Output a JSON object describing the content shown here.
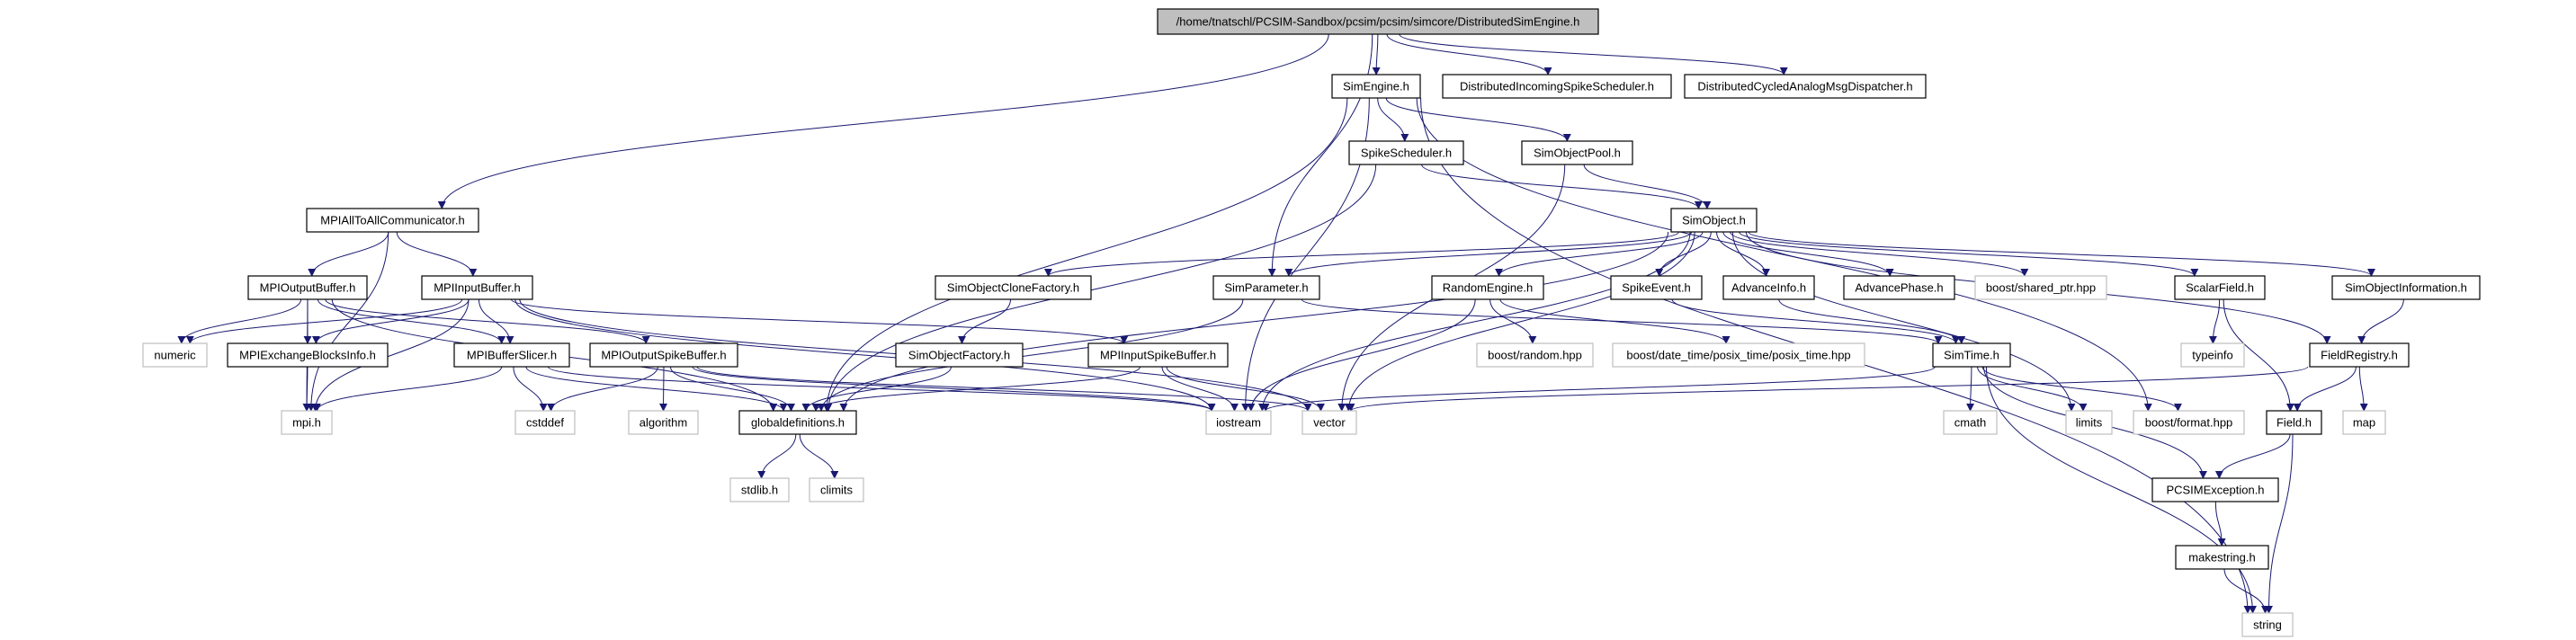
{
  "title": "Include dependency graph for DistributedSimEngine.h",
  "colors": {
    "edge": "#191970",
    "root_fill": "#bfbfbf",
    "node_border": "#000000",
    "external_border": "#bfbfbf",
    "node_fill": "#ffffff"
  },
  "nodes": [
    {
      "id": "root",
      "label": "/home/tnatschl/PCSIM-Sandbox/pcsim/pcsim/simcore/DistributedSimEngine.h",
      "kind": "root"
    },
    {
      "id": "SimEngine",
      "label": "SimEngine.h",
      "kind": "project"
    },
    {
      "id": "DistIncoming",
      "label": "DistributedIncomingSpikeScheduler.h",
      "kind": "project"
    },
    {
      "id": "DistCycled",
      "label": "DistributedCycledAnalogMsgDispatcher.h",
      "kind": "project"
    },
    {
      "id": "SpikeScheduler",
      "label": "SpikeScheduler.h",
      "kind": "project"
    },
    {
      "id": "SimObjectPool",
      "label": "SimObjectPool.h",
      "kind": "project"
    },
    {
      "id": "MPIAllToAll",
      "label": "MPIAllToAllCommunicator.h",
      "kind": "project"
    },
    {
      "id": "SimObject",
      "label": "SimObject.h",
      "kind": "project"
    },
    {
      "id": "MPIOutputBuffer",
      "label": "MPIOutputBuffer.h",
      "kind": "project"
    },
    {
      "id": "MPIInputBuffer",
      "label": "MPIInputBuffer.h",
      "kind": "project"
    },
    {
      "id": "SimObjectCloneFactory",
      "label": "SimObjectCloneFactory.h",
      "kind": "project"
    },
    {
      "id": "SimParameter",
      "label": "SimParameter.h",
      "kind": "project"
    },
    {
      "id": "RandomEngine",
      "label": "RandomEngine.h",
      "kind": "project"
    },
    {
      "id": "SpikeEvent",
      "label": "SpikeEvent.h",
      "kind": "project"
    },
    {
      "id": "AdvanceInfo",
      "label": "AdvanceInfo.h",
      "kind": "project"
    },
    {
      "id": "AdvancePhase",
      "label": "AdvancePhase.h",
      "kind": "project"
    },
    {
      "id": "shared_ptr",
      "label": "boost/shared_ptr.hpp",
      "kind": "external"
    },
    {
      "id": "ScalarField",
      "label": "ScalarField.h",
      "kind": "project"
    },
    {
      "id": "SimObjectInformation",
      "label": "SimObjectInformation.h",
      "kind": "project"
    },
    {
      "id": "numeric",
      "label": "numeric",
      "kind": "external"
    },
    {
      "id": "MPIExchange",
      "label": "MPIExchangeBlocksInfo.h",
      "kind": "project"
    },
    {
      "id": "MPIBufferSlicer",
      "label": "MPIBufferSlicer.h",
      "kind": "project"
    },
    {
      "id": "MPIOutputSpikeBuffer",
      "label": "MPIOutputSpikeBuffer.h",
      "kind": "project"
    },
    {
      "id": "SimObjectFactory",
      "label": "SimObjectFactory.h",
      "kind": "project"
    },
    {
      "id": "MPIInputSpikeBuffer",
      "label": "MPIInputSpikeBuffer.h",
      "kind": "project"
    },
    {
      "id": "boost_random",
      "label": "boost/random.hpp",
      "kind": "external"
    },
    {
      "id": "posix_time",
      "label": "boost/date_time/posix_time/posix_time.hpp",
      "kind": "external"
    },
    {
      "id": "SimTime",
      "label": "SimTime.h",
      "kind": "project"
    },
    {
      "id": "typeinfo",
      "label": "typeinfo",
      "kind": "external"
    },
    {
      "id": "FieldRegistry",
      "label": "FieldRegistry.h",
      "kind": "project"
    },
    {
      "id": "mpi",
      "label": "mpi.h",
      "kind": "external"
    },
    {
      "id": "cstddef",
      "label": "cstddef",
      "kind": "external"
    },
    {
      "id": "algorithm",
      "label": "algorithm",
      "kind": "external"
    },
    {
      "id": "globaldefinitions",
      "label": "globaldefinitions.h",
      "kind": "project"
    },
    {
      "id": "iostream",
      "label": "iostream",
      "kind": "external"
    },
    {
      "id": "vector",
      "label": "vector",
      "kind": "external"
    },
    {
      "id": "cmath",
      "label": "cmath",
      "kind": "external"
    },
    {
      "id": "limits",
      "label": "limits",
      "kind": "external"
    },
    {
      "id": "boost_format",
      "label": "boost/format.hpp",
      "kind": "external"
    },
    {
      "id": "Field",
      "label": "Field.h",
      "kind": "project"
    },
    {
      "id": "map",
      "label": "map",
      "kind": "external"
    },
    {
      "id": "stdlib",
      "label": "stdlib.h",
      "kind": "external"
    },
    {
      "id": "climits",
      "label": "climits",
      "kind": "external"
    },
    {
      "id": "PCSIMException",
      "label": "PCSIMException.h",
      "kind": "project"
    },
    {
      "id": "makestring",
      "label": "makestring.h",
      "kind": "project"
    },
    {
      "id": "string",
      "label": "string",
      "kind": "external"
    }
  ],
  "edges": [
    [
      "root",
      "SimEngine"
    ],
    [
      "root",
      "DistIncoming"
    ],
    [
      "root",
      "DistCycled"
    ],
    [
      "root",
      "MPIAllToAll"
    ],
    [
      "root",
      "SimParameter"
    ],
    [
      "SimEngine",
      "SpikeScheduler"
    ],
    [
      "SimEngine",
      "SimObjectPool"
    ],
    [
      "SimEngine",
      "globaldefinitions"
    ],
    [
      "SimEngine",
      "iostream"
    ],
    [
      "SimEngine",
      "boost_format"
    ],
    [
      "SimEngine",
      "string"
    ],
    [
      "SpikeScheduler",
      "SimObject"
    ],
    [
      "SpikeScheduler",
      "globaldefinitions"
    ],
    [
      "SimObjectPool",
      "SimObject"
    ],
    [
      "SimObjectPool",
      "vector"
    ],
    [
      "MPIAllToAll",
      "MPIOutputBuffer"
    ],
    [
      "MPIAllToAll",
      "MPIInputBuffer"
    ],
    [
      "MPIAllToAll",
      "mpi"
    ],
    [
      "MPIOutputBuffer",
      "numeric"
    ],
    [
      "MPIOutputBuffer",
      "MPIExchange"
    ],
    [
      "MPIOutputBuffer",
      "MPIBufferSlicer"
    ],
    [
      "MPIOutputBuffer",
      "mpi"
    ],
    [
      "MPIOutputBuffer",
      "globaldefinitions"
    ],
    [
      "MPIOutputBuffer",
      "MPIOutputSpikeBuffer"
    ],
    [
      "MPIInputBuffer",
      "numeric"
    ],
    [
      "MPIInputBuffer",
      "MPIExchange"
    ],
    [
      "MPIInputBuffer",
      "MPIBufferSlicer"
    ],
    [
      "MPIInputBuffer",
      "mpi"
    ],
    [
      "MPIInputBuffer",
      "MPIInputSpikeBuffer"
    ],
    [
      "MPIInputBuffer",
      "iostream"
    ],
    [
      "MPIInputBuffer",
      "vector"
    ],
    [
      "MPIExchange",
      "mpi"
    ],
    [
      "MPIBufferSlicer",
      "mpi"
    ],
    [
      "MPIBufferSlicer",
      "cstddef"
    ],
    [
      "MPIBufferSlicer",
      "globaldefinitions"
    ],
    [
      "MPIBufferSlicer",
      "iostream"
    ],
    [
      "MPIOutputSpikeBuffer",
      "cstddef"
    ],
    [
      "MPIOutputSpikeBuffer",
      "algorithm"
    ],
    [
      "MPIOutputSpikeBuffer",
      "globaldefinitions"
    ],
    [
      "MPIOutputSpikeBuffer",
      "iostream"
    ],
    [
      "MPIOutputSpikeBuffer",
      "vector"
    ],
    [
      "SimObject",
      "SimObjectCloneFactory"
    ],
    [
      "SimObject",
      "SimParameter"
    ],
    [
      "SimObject",
      "RandomEngine"
    ],
    [
      "SimObject",
      "SpikeEvent"
    ],
    [
      "SimObject",
      "AdvanceInfo"
    ],
    [
      "SimObject",
      "AdvancePhase"
    ],
    [
      "SimObject",
      "shared_ptr"
    ],
    [
      "SimObject",
      "ScalarField"
    ],
    [
      "SimObject",
      "SimObjectInformation"
    ],
    [
      "SimObject",
      "FieldRegistry"
    ],
    [
      "SimObject",
      "iostream"
    ],
    [
      "SimObject",
      "vector"
    ],
    [
      "SimObject",
      "limits"
    ],
    [
      "SimObject",
      "globaldefinitions"
    ],
    [
      "SimObjectCloneFactory",
      "SimObjectFactory"
    ],
    [
      "SimObjectFactory",
      "globaldefinitions"
    ],
    [
      "SimParameter",
      "globaldefinitions"
    ],
    [
      "SimParameter",
      "SimTime"
    ],
    [
      "RandomEngine",
      "boost_random"
    ],
    [
      "RandomEngine",
      "posix_time"
    ],
    [
      "RandomEngine",
      "iostream"
    ],
    [
      "SpikeEvent",
      "SimTime"
    ],
    [
      "AdvanceInfo",
      "SimTime"
    ],
    [
      "MPIInputSpikeBuffer",
      "globaldefinitions"
    ],
    [
      "MPIInputSpikeBuffer",
      "iostream"
    ],
    [
      "MPIInputSpikeBuffer",
      "vector"
    ],
    [
      "SimTime",
      "cmath"
    ],
    [
      "SimTime",
      "limits"
    ],
    [
      "SimTime",
      "boost_format"
    ],
    [
      "SimTime",
      "PCSIMException"
    ],
    [
      "SimTime",
      "string"
    ],
    [
      "SimTime",
      "iostream"
    ],
    [
      "ScalarField",
      "typeinfo"
    ],
    [
      "ScalarField",
      "Field"
    ],
    [
      "SimObjectInformation",
      "FieldRegistry"
    ],
    [
      "FieldRegistry",
      "Field"
    ],
    [
      "FieldRegistry",
      "map"
    ],
    [
      "FieldRegistry",
      "vector"
    ],
    [
      "Field",
      "PCSIMException"
    ],
    [
      "Field",
      "string"
    ],
    [
      "globaldefinitions",
      "stdlib"
    ],
    [
      "globaldefinitions",
      "climits"
    ],
    [
      "PCSIMException",
      "makestring"
    ],
    [
      "makestring",
      "string"
    ]
  ]
}
